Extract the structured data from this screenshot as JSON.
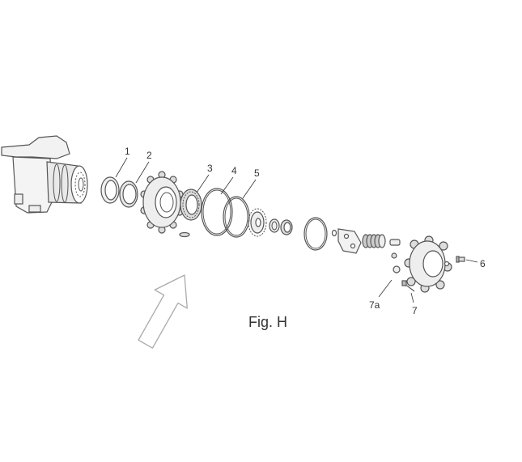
{
  "callouts": {
    "c1": "1",
    "c2": "2",
    "c3": "3",
    "c4": "4",
    "c5": "5",
    "c6": "6",
    "c7": "7",
    "c7a": "7a"
  },
  "caption": "Fig. H"
}
